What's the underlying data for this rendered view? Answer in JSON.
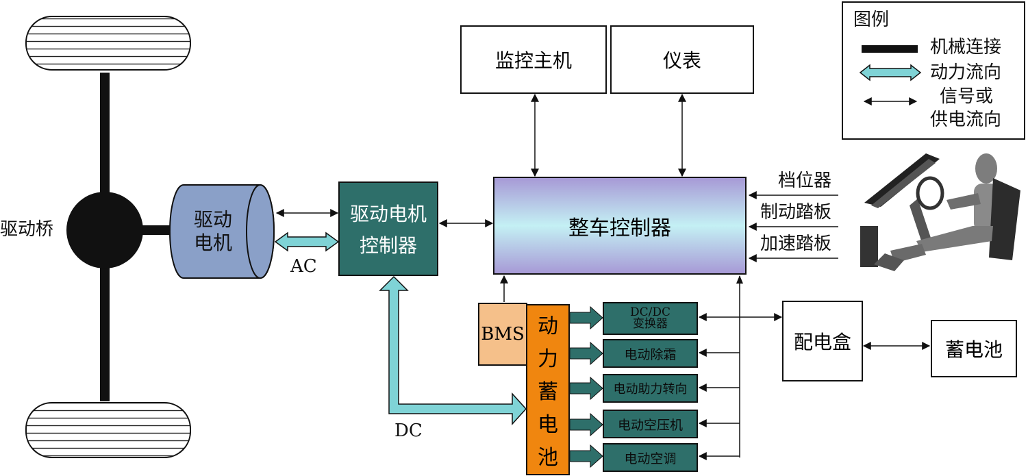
{
  "legend": {
    "title": "图例",
    "mechanical": "机械连接",
    "power_flow": "动力流向",
    "signal_line1": "信号或",
    "signal_line2": "供电流向"
  },
  "drive_axle": "驱动桥",
  "drive_motor": {
    "line1": "驱动",
    "line2": "电机"
  },
  "ac_label": "AC",
  "motor_controller": {
    "line1": "驱动电机",
    "line2": "控制器"
  },
  "monitor_host": "监控主机",
  "instrument": "仪表",
  "vcu": "整车控制器",
  "inputs": [
    "档位器",
    "制动踏板",
    "加速踏板"
  ],
  "bms": "BMS",
  "power_battery": [
    "动",
    "力",
    "蓄",
    "电",
    "池"
  ],
  "dc_label": "DC",
  "loads": {
    "dcdc_line1": "DC/DC",
    "dcdc_line2": "变换器",
    "defrost": "电动除霜",
    "steering": "电动助力转向",
    "compressor": "电动空压机",
    "aircon": "电动空调"
  },
  "distribution_box": "配电盒",
  "storage_battery": "蓄电池",
  "colors": {
    "teal_box": "#2e6f6a",
    "motor_blue": "#8aa0c8",
    "bms_tan": "#f5c08a",
    "battery_orange": "#f0860f",
    "power_arrow": "#7fd3d6",
    "vcu_gradient_top": "#a79ad6",
    "vcu_gradient_mid": "#bfeef3"
  }
}
